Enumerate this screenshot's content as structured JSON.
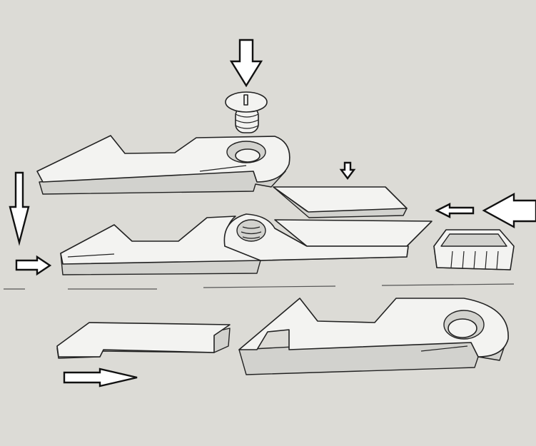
{
  "diagram": {
    "type": "exploded-assembly-view",
    "colors": {
      "background": "#dcdbd6",
      "part_fill": "#f3f3f1",
      "outline": "#222222",
      "arrow_fill": "#ffffff"
    },
    "parts": [
      "screw",
      "top-handle-half",
      "blade-spacer-plate",
      "utility-blade",
      "middle-handle-half",
      "end-cap",
      "slider",
      "bottom-handle-half"
    ],
    "arrows": [
      "down-arrow-screw",
      "down-arrow-plate",
      "left-arrow-small",
      "left-arrow-large",
      "down-arrow-left",
      "right-arrow-left",
      "right-arrow-slider"
    ]
  }
}
